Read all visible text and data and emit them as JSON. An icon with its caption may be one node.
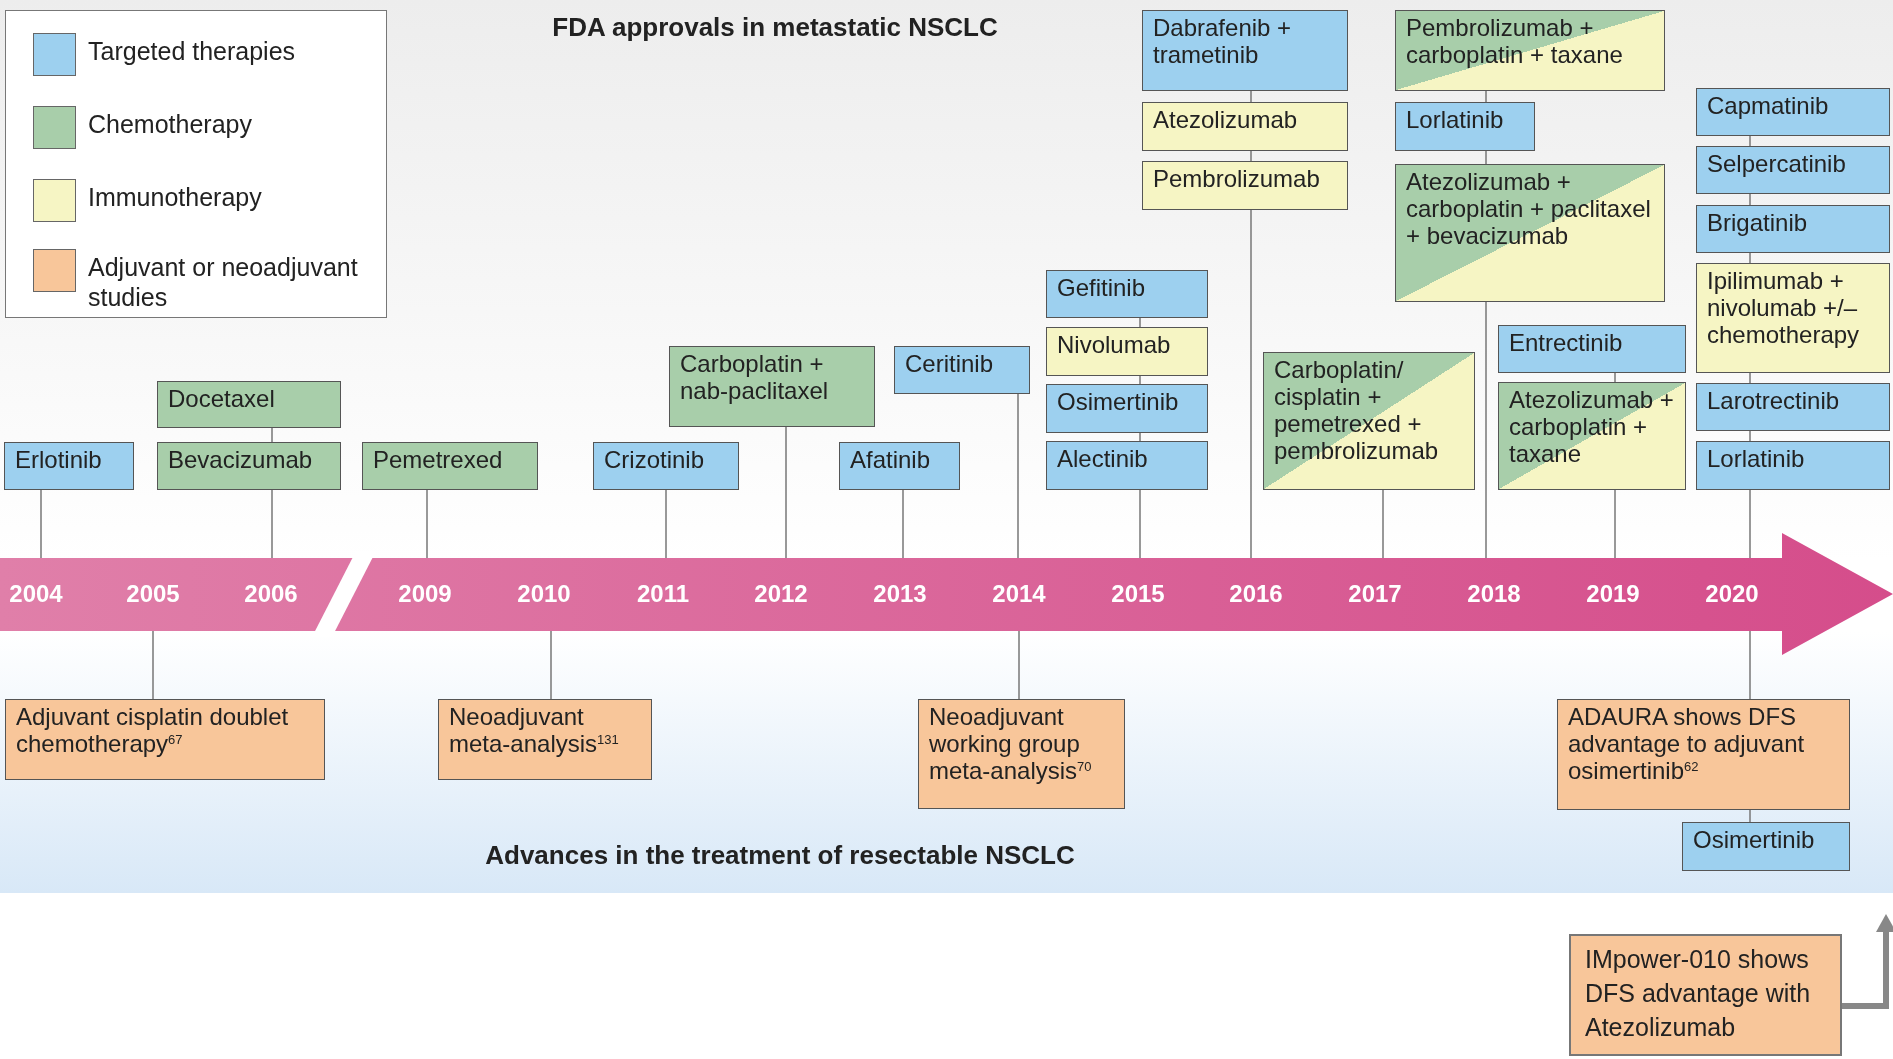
{
  "diagram": {
    "title": "FDA approvals in metastatic NSCLC",
    "caption": "Advances in the treatment of resectable NSCLC",
    "nodes": [
      {
        "text": [
          "Erlotinib"
        ]
      },
      {
        "text": [
          "Docetaxel"
        ]
      },
      {
        "text": [
          "Bevacizumab"
        ]
      },
      {
        "text": [
          "Pemetrexed"
        ]
      },
      {
        "text": [
          "Carboplatin + nab-paclitaxel"
        ]
      },
      {
        "text": [
          "Crizotinib"
        ]
      },
      {
        "text": [
          "Ceritinib"
        ]
      },
      {
        "text": [
          "Afatinib"
        ]
      },
      {
        "text": [
          "Gefitinib"
        ]
      },
      {
        "text": [
          "Nivolumab"
        ]
      },
      {
        "text": [
          "Osimertinib"
        ]
      },
      {
        "text": [
          "Alectinib"
        ]
      },
      {
        "text": [
          "Dabrafenib + trametinib"
        ]
      },
      {
        "text": [
          "Atezolizumab"
        ]
      },
      {
        "text": [
          "Pembrolizumab"
        ]
      },
      {
        "text": [
          "Carboplatin/ cisplatin + pemetrexed + pembrolizumab"
        ]
      },
      {
        "text": [
          "Pembrolizumab + carboplatin + taxane"
        ]
      },
      {
        "text": [
          "Lorlatinib"
        ]
      },
      {
        "text": [
          "Atezolizumab + carboplatin + paclitaxel + bevacizumab"
        ]
      },
      {
        "text": [
          "Entrectinib"
        ]
      },
      {
        "text": [
          "Atezolizumab + carboplatin + taxane"
        ]
      },
      {
        "text": [
          "Capmatinib"
        ]
      },
      {
        "text": [
          "Selpercatinib"
        ]
      },
      {
        "text": [
          "Brigatinib"
        ]
      },
      {
        "text": [
          "Ipilimumab + nivolumab +/– chemotherapy"
        ]
      },
      {
        "text": [
          "Larotrectinib"
        ]
      },
      {
        "text": [
          "Lorlatinib"
        ]
      },
      {
        "text": [
          "2004",
          "2005",
          "2006",
          "2009",
          "2010",
          "2011",
          "2012",
          "2013",
          "2014",
          "2015",
          "2016",
          "2017",
          "2018",
          "2019",
          "2020"
        ]
      },
      {
        "text": [
          "Adjuvant cisplatin doublet chemotherapy$^{67}$"
        ]
      },
      {
        "text": [
          "Neoadjuvant meta-analysis$^{131}$"
        ]
      },
      {
        "text": [
          "Neoadjuvant working group meta-analysis$^{70}$"
        ]
      },
      {
        "text": [
          "ADAURA shows DFS advantage to adjuvant osimertinib$^{62}$"
        ]
      },
      {
        "text": [
          "Osimertinib"
        ]
      },
      {
        "text": [
          "IMpower-010 shows DFS advantage with Atezolizumab"
        ]
      }
    ],
    "edges": [
      {
        "from": 0,
        "to": 27,
        "arrow": "none"
      },
      {
        "from": 1,
        "to": 2,
        "arrow": "none"
      },
      {
        "from": 2,
        "to": 27,
        "arrow": "none"
      },
      {
        "from": 3,
        "to": 27,
        "arrow": "none"
      },
      {
        "from": 4,
        "to": 27,
        "arrow": "none"
      },
      {
        "from": 5,
        "to": 27,
        "arrow": "none"
      },
      {
        "from": 6,
        "to": 27,
        "arrow": "none"
      },
      {
        "from": 7,
        "to": 27,
        "arrow": "none"
      },
      {
        "from": 8,
        "to": 9,
        "arrow": "none"
      },
      {
        "from": 9,
        "to": 10,
        "arrow": "none"
      },
      {
        "from": 10,
        "to": 11,
        "arrow": "none"
      },
      {
        "from": 11,
        "to": 27,
        "arrow": "none"
      },
      {
        "from": 12,
        "to": 13,
        "arrow": "none"
      },
      {
        "from": 13,
        "to": 14,
        "arrow": "none"
      },
      {
        "from": 14,
        "to": 27,
        "arrow": "none"
      },
      {
        "from": 15,
        "to": 27,
        "arrow": "none"
      },
      {
        "from": 16,
        "to": 17,
        "arrow": "none"
      },
      {
        "from": 17,
        "to": 18,
        "arrow": "none"
      },
      {
        "from": 18,
        "to": 27,
        "arrow": "none"
      },
      {
        "from": 19,
        "to": 20,
        "arrow": "none"
      },
      {
        "from": 20,
        "to": 27,
        "arrow": "none"
      },
      {
        "from": 21,
        "to": 22,
        "arrow": "none"
      },
      {
        "from": 22,
        "to": 23,
        "arrow": "none"
      },
      {
        "from": 23,
        "to": 24,
        "arrow": "none"
      },
      {
        "from": 24,
        "to": 25,
        "arrow": "none"
      },
      {
        "from": 25,
        "to": 26,
        "arrow": "none"
      },
      {
        "from": 26,
        "to": 27,
        "arrow": "none"
      },
      {
        "from": 28,
        "to": 27,
        "arrow": "none"
      },
      {
        "from": 29,
        "to": 27,
        "arrow": "none"
      },
      {
        "from": 30,
        "to": 27,
        "arrow": "none"
      },
      {
        "from": 31,
        "to": 27,
        "arrow": "none"
      },
      {
        "from": 31,
        "to": 32,
        "arrow": "none"
      },
      {
        "from": 33,
        "to": null,
        "arrow": "to",
        "style": "thick",
        "color": "#888888"
      }
    ],
    "legend": [
      {
        "text": "Targeted therapies",
        "color": "#9dd0ef"
      },
      {
        "text": "Chemotherapy",
        "color": "#a8ceaa"
      },
      {
        "text": "Immunotherapy",
        "color": "#f6f5c4"
      },
      {
        "text": "Adjuvant or neoadjuvant studies",
        "color": "#f8c69a"
      }
    ]
  }
}
